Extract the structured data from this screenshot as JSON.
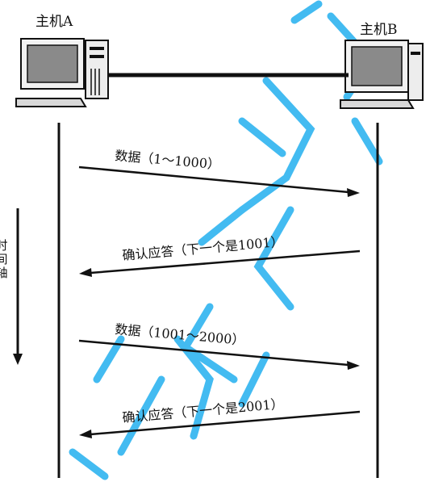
{
  "hosts": {
    "a": "主机A",
    "b": "主机B"
  },
  "time_axis": [
    "时",
    "间",
    "轴"
  ],
  "messages": [
    {
      "label": "数据（1～1000）",
      "direction": "A-to-B"
    },
    {
      "label": "确认应答（下一个是1001）",
      "direction": "B-to-A"
    },
    {
      "label": "数据（1001～2000）",
      "direction": "A-to-B"
    },
    {
      "label": "确认应答（下一个是2001）",
      "direction": "B-to-A"
    }
  ],
  "colors": {
    "ink": "#111111",
    "watermark": "#2fb4f0",
    "screen": "#8a8a8a"
  },
  "icons": [
    "computer-icon",
    "computer-icon"
  ]
}
